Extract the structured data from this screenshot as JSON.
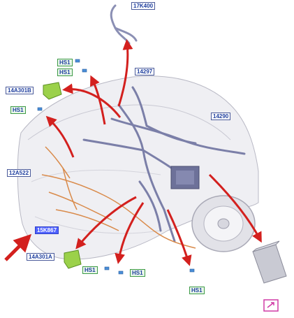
{
  "labels": {
    "top_connector": "17K400",
    "hs1_a": "HS1",
    "hs1_b": "HS1",
    "left_bracket": "14A301B",
    "hs1_c": "HS1",
    "center_harness": "14297",
    "right_harness": "14290",
    "front_harness": "12A522",
    "highlight_part": "15K867",
    "bottom_bracket": "14A301A",
    "hs1_d": "HS1",
    "hs1_e": "HS1",
    "hs1_f": "HS1"
  },
  "colors": {
    "arrow": "#d3201e",
    "harness": "#7b7fa8",
    "harness_orange": "#d98a4a",
    "car_body": "#ececf0",
    "label_border_green": "#3d9a46",
    "label_text": "#1f3f9f",
    "highlight_fill": "#4f62ff",
    "link_icon_border": "#d13ca6"
  }
}
